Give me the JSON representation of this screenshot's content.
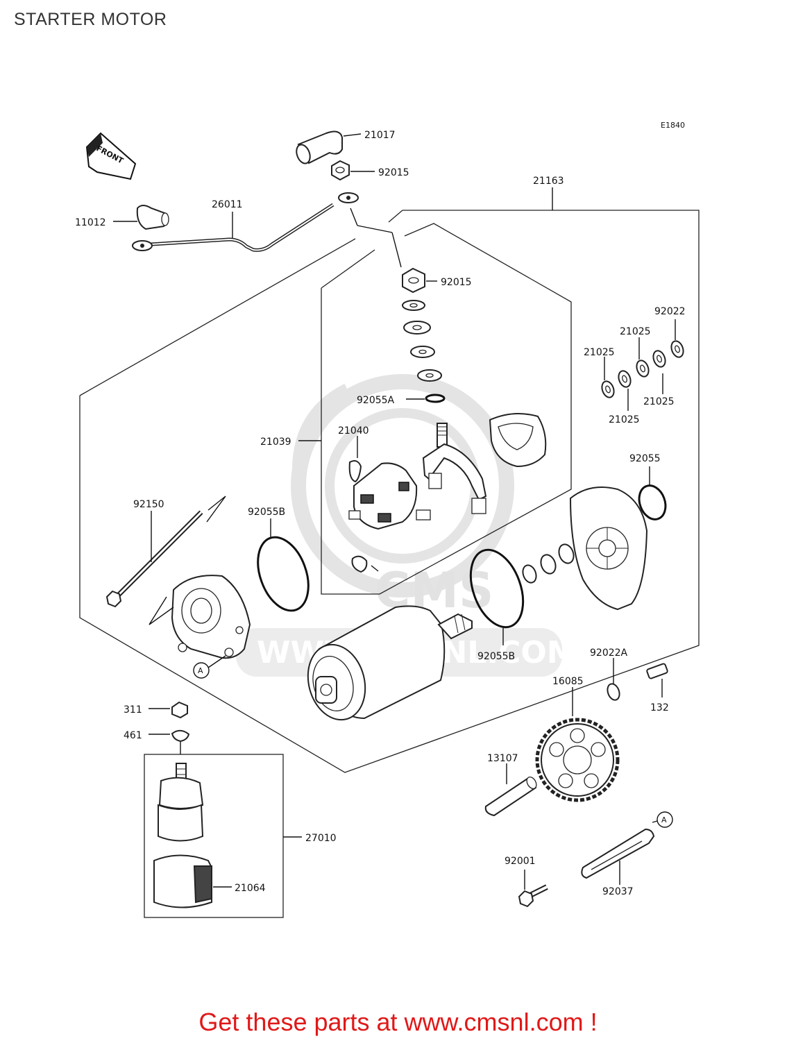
{
  "page": {
    "title": "STARTER MOTOR",
    "footer": "Get these parts at www.cmsnl.com !"
  },
  "diagram": {
    "code": "E1840",
    "front_label": "FRONT",
    "watermark_text": "WWW.CMSNL.COM",
    "watermark_logo": "CMS",
    "ref_marker": "A",
    "parts": [
      {
        "id": "p21017",
        "number": "21017"
      },
      {
        "id": "p92015a",
        "number": "92015"
      },
      {
        "id": "p21163",
        "number": "21163"
      },
      {
        "id": "p26011",
        "number": "26011"
      },
      {
        "id": "p11012",
        "number": "11012"
      },
      {
        "id": "p92015b",
        "number": "92015"
      },
      {
        "id": "p92022",
        "number": "92022"
      },
      {
        "id": "p21025a",
        "number": "21025"
      },
      {
        "id": "p21025b",
        "number": "21025"
      },
      {
        "id": "p21025c",
        "number": "21025"
      },
      {
        "id": "p21025d",
        "number": "21025"
      },
      {
        "id": "p92055A",
        "number": "92055A"
      },
      {
        "id": "p21040",
        "number": "21040"
      },
      {
        "id": "p21039",
        "number": "21039"
      },
      {
        "id": "p92055",
        "number": "92055"
      },
      {
        "id": "p92150",
        "number": "92150"
      },
      {
        "id": "p92055Ba",
        "number": "92055B"
      },
      {
        "id": "p92055Bb",
        "number": "92055B"
      },
      {
        "id": "p92022A",
        "number": "92022A"
      },
      {
        "id": "p16085",
        "number": "16085"
      },
      {
        "id": "p132",
        "number": "132"
      },
      {
        "id": "p311",
        "number": "311"
      },
      {
        "id": "p461",
        "number": "461"
      },
      {
        "id": "p13107",
        "number": "13107"
      },
      {
        "id": "p27010",
        "number": "27010"
      },
      {
        "id": "p92001",
        "number": "92001"
      },
      {
        "id": "p92037",
        "number": "92037"
      },
      {
        "id": "p21064",
        "number": "21064"
      }
    ]
  }
}
